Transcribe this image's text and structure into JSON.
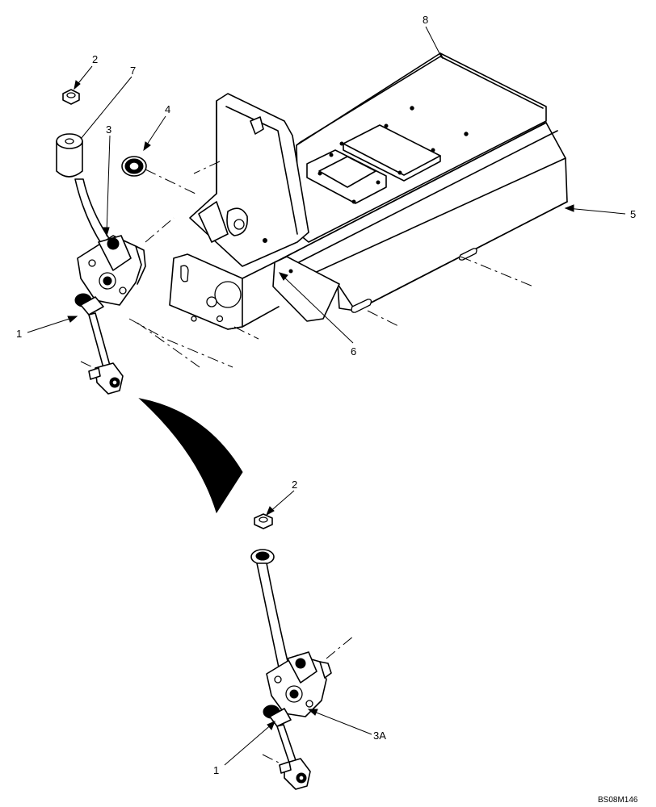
{
  "callouts": {
    "c1_top": "1",
    "c2_top": "2",
    "c3_top": "3",
    "c4": "4",
    "c5": "5",
    "c6": "6",
    "c7": "7",
    "c8": "8",
    "c2_bottom": "2",
    "c1_bottom": "1",
    "c3a": "3A"
  },
  "drawing_id": "BS08M146"
}
